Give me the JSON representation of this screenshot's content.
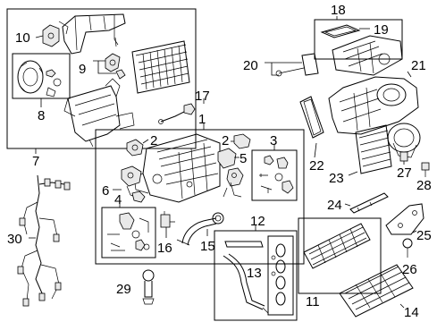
{
  "labels": {
    "n1": "1",
    "n2a": "2",
    "n2b": "2",
    "n3": "3",
    "n4": "4",
    "n5": "5",
    "n6": "6",
    "n7": "7",
    "n8": "8",
    "n9": "9",
    "n10": "10",
    "n11": "11",
    "n12": "12",
    "n13": "13",
    "n14": "14",
    "n15": "15",
    "n16": "16",
    "n17": "17",
    "n18": "18",
    "n19": "19",
    "n20": "20",
    "n21": "21",
    "n22": "22",
    "n23": "23",
    "n24": "24",
    "n25": "25",
    "n26": "26",
    "n27": "27",
    "n28": "28",
    "n29": "29",
    "n30": "30"
  }
}
